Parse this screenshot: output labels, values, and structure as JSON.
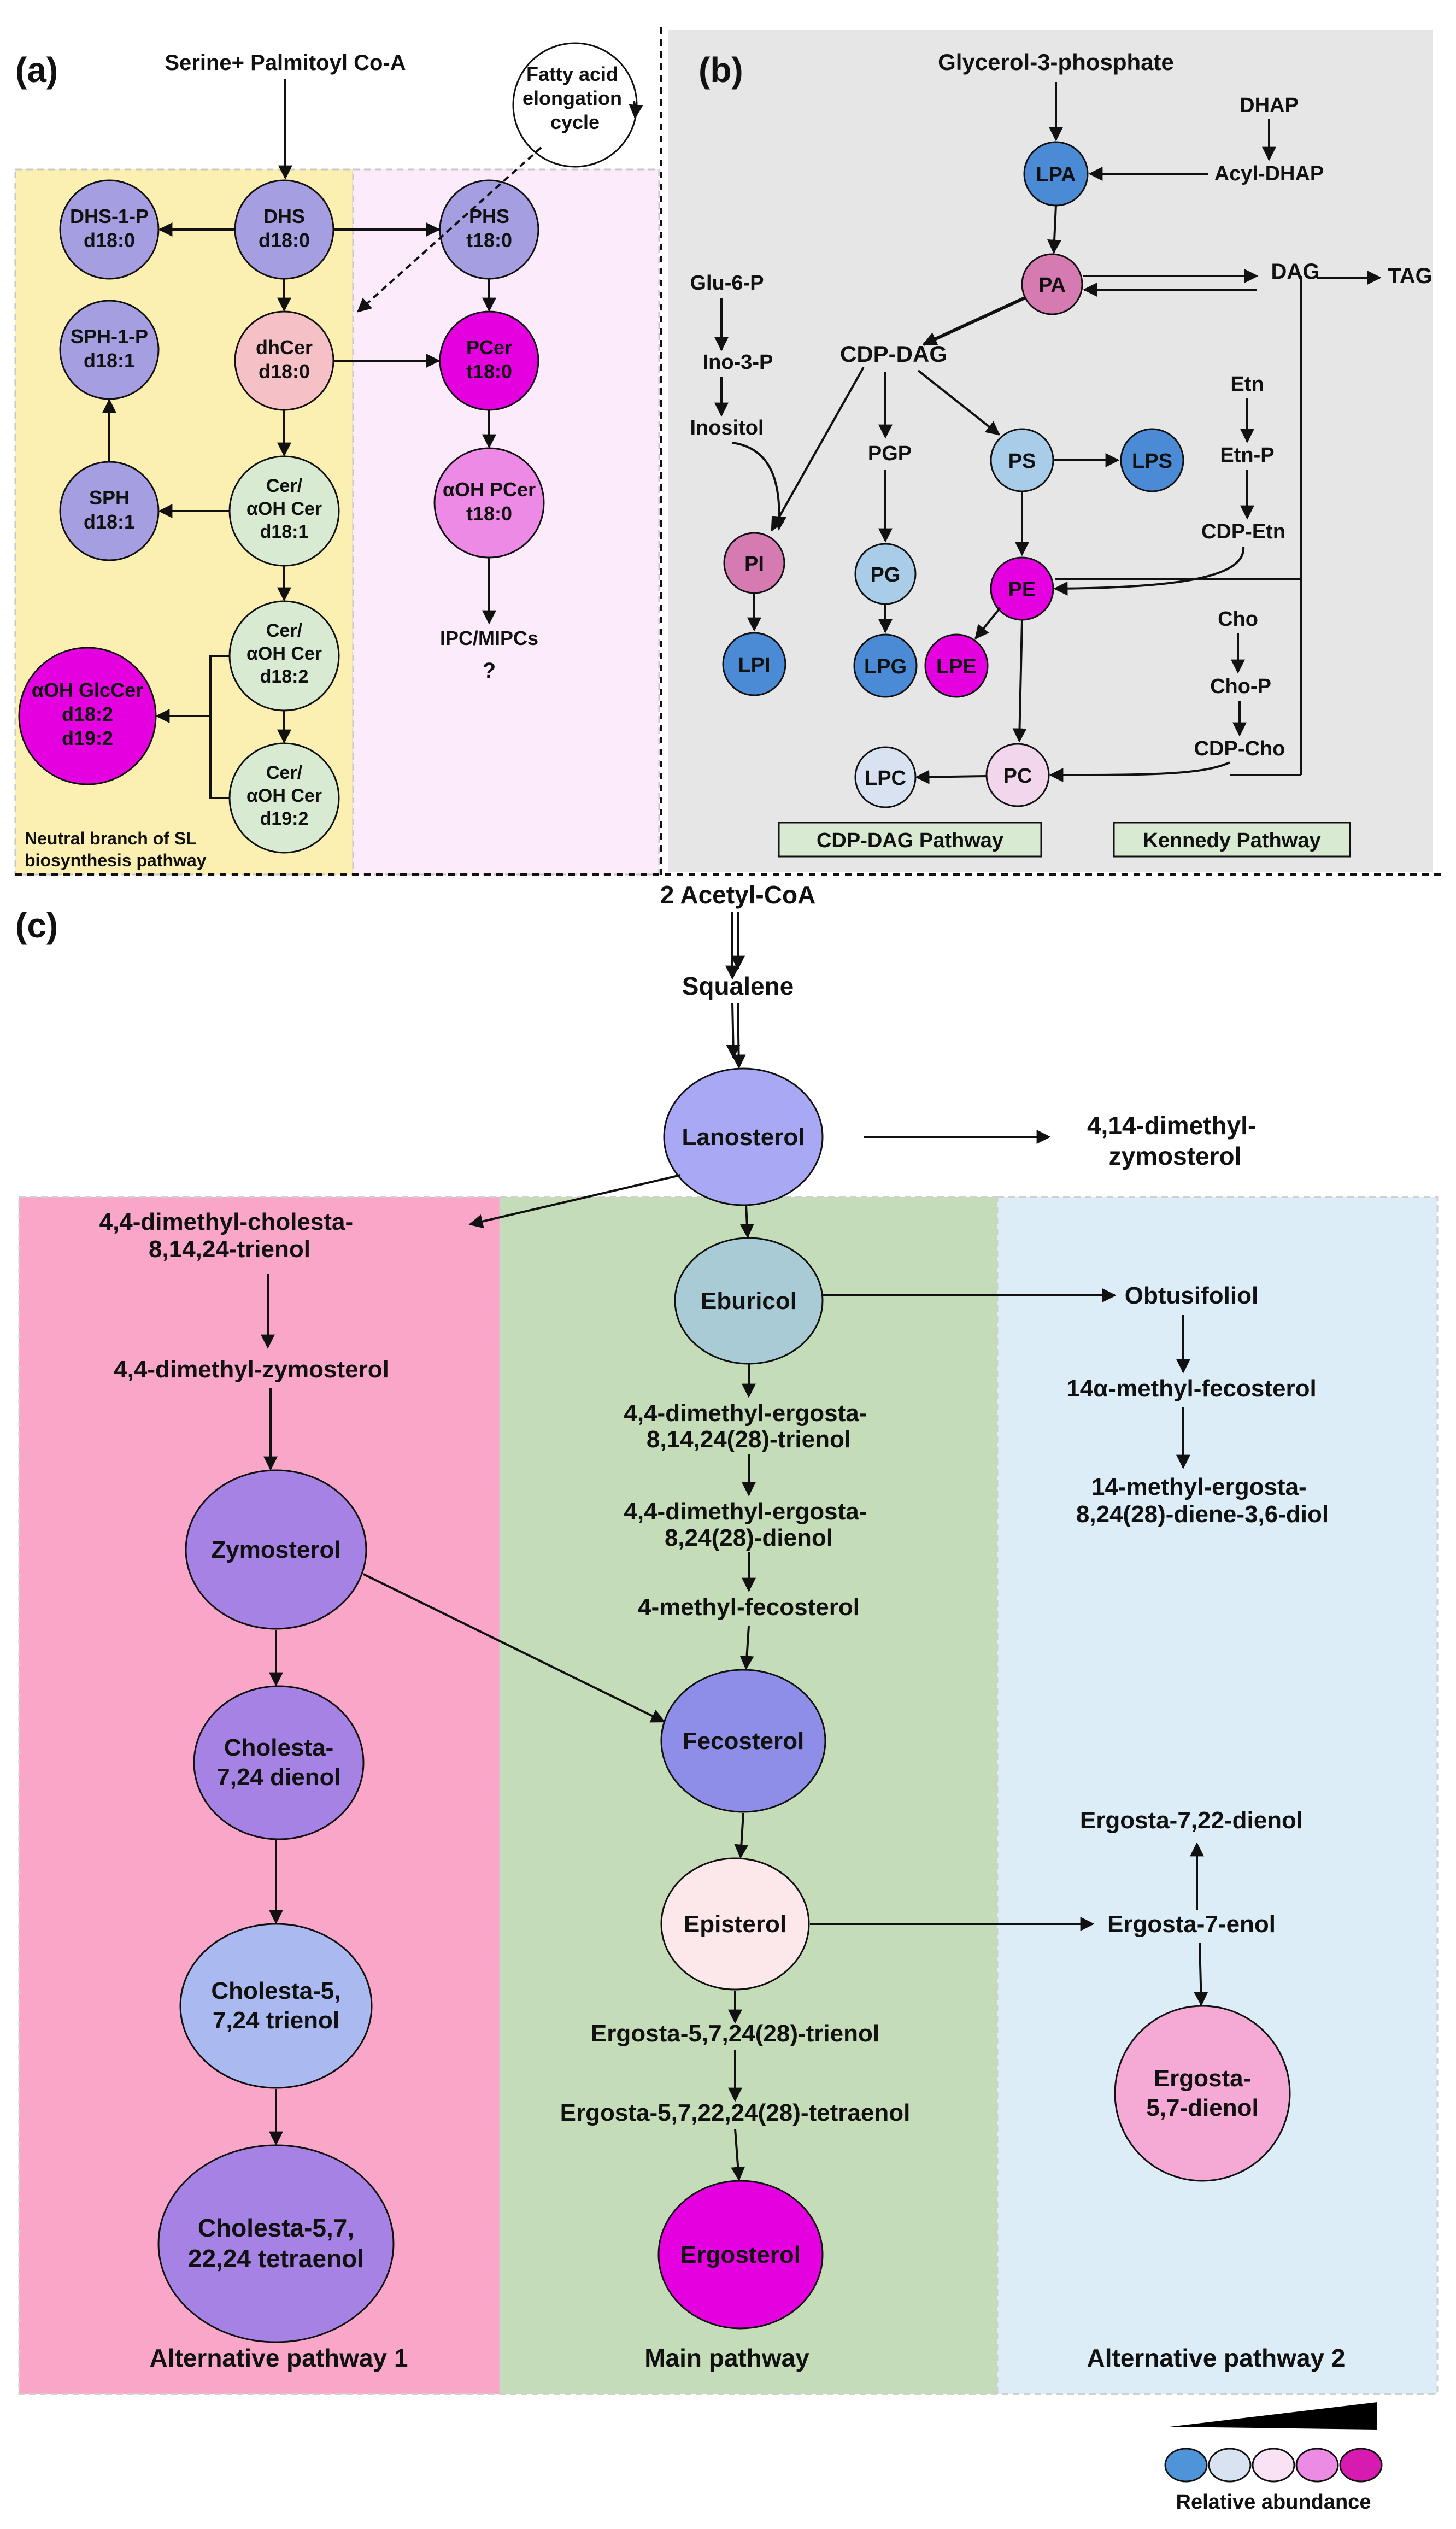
{
  "panels": {
    "a": "(a)",
    "b": "(b)",
    "c": "(c)"
  },
  "panel_a": {
    "nodes": {
      "start": "Serine+ Palmitoyl Co-A",
      "fatty_acid_cycle": [
        "Fatty acid",
        "elongation",
        "cycle"
      ],
      "dhs1p": [
        "DHS-1-P",
        "d18:0"
      ],
      "dhs": [
        "DHS",
        "d18:0"
      ],
      "phs": [
        "PHS",
        "t18:0"
      ],
      "sph1p": [
        "SPH-1-P",
        "d18:1"
      ],
      "dhcer": [
        "dhCer",
        "d18:0"
      ],
      "pcer": [
        "PCer",
        "t18:0"
      ],
      "sph": [
        "SPH",
        "d18:1"
      ],
      "cer_d181": [
        "Cer/",
        "αOH Cer",
        "d18:1"
      ],
      "aoh_pcer": [
        "αOH PCer",
        "t18:0"
      ],
      "ipc": "IPC/MIPCs",
      "question": "?",
      "cer_d182": [
        "Cer/",
        "αOH Cer",
        "d18:2"
      ],
      "glccer": [
        "αOH GlcCer",
        "d18:2",
        "d19:2"
      ],
      "cer_d192": [
        "Cer/",
        "αOH Cer",
        "d19:2"
      ]
    },
    "neutral_branch_label": [
      "Neutral branch of SL",
      "biosynthesis pathway"
    ]
  },
  "panel_b": {
    "nodes": {
      "g3p": "Glycerol-3-phosphate",
      "dhap": "DHAP",
      "acyl_dhap": "Acyl-DHAP",
      "lpa": "LPA",
      "pa": "PA",
      "dag": "DAG",
      "tag": "TAG",
      "glu6p": "Glu-6-P",
      "ino3p": "Ino-3-P",
      "inositol": "Inositol",
      "cdpdag": "CDP-DAG",
      "etn": "Etn",
      "etnp": "Etn-P",
      "cdpetn": "CDP-Etn",
      "pgp": "PGP",
      "ps": "PS",
      "lps": "LPS",
      "pi": "PI",
      "pg": "PG",
      "pe": "PE",
      "lpi": "LPI",
      "lpg": "LPG",
      "lpe": "LPE",
      "cho": "Cho",
      "chop": "Cho-P",
      "cdpcho": "CDP-Cho",
      "lpc": "LPC",
      "pc": "PC"
    },
    "boxes": {
      "cdp_dag_pathway": "CDP-DAG  Pathway",
      "kennedy_pathway": "Kennedy Pathway"
    }
  },
  "panel_c": {
    "nodes": {
      "acetyl": "2 Acetyl-CoA",
      "squalene": "Squalene",
      "lanosterol": "Lanosterol",
      "dimethylzymo414": [
        "4,14-dimethyl-",
        "zymosterol"
      ],
      "dmc_trienol": [
        "4,4-dimethyl-cholesta-",
        "8,14,24-trienol"
      ],
      "eburicol": "Eburicol",
      "obtusifoliol": "Obtusifoliol",
      "dm_zymosterol": "4,4-dimethyl-zymosterol",
      "dme_trienol": [
        "4,4-dimethyl-ergosta-",
        "8,14,24(28)-trienol"
      ],
      "methylfecosterol14a": "14α-methyl-fecosterol",
      "methylergosta_diol": [
        "14-methyl-ergosta-",
        "8,24(28)-diene-3,6-diol"
      ],
      "zymosterol": "Zymosterol",
      "dme_dienol": [
        "4,4-dimethyl-ergosta-",
        "8,24(28)-dienol"
      ],
      "methylfecosterol4": "4-methyl-fecosterol",
      "cholesta_dienol": [
        "Cholesta-",
        "7,24 dienol"
      ],
      "fecosterol": "Fecosterol",
      "ergosta722": "Ergosta-7,22-dienol",
      "episterol": "Episterol",
      "ergosta7enol": "Ergosta-7-enol",
      "cholesta_trienol": [
        "Cholesta-5,",
        "7,24 trienol"
      ],
      "ergosta_trienol": "Ergosta-5,7,24(28)-trienol",
      "ergosta57": [
        "Ergosta-",
        "5,7-dienol"
      ],
      "ergosta_tetraenol": "Ergosta-5,7,22,24(28)-tetraenol",
      "cholesta_tetraenol": [
        "Cholesta-5,7,",
        "22,24 tetraenol"
      ],
      "ergosterol": "Ergosterol"
    },
    "column_labels": {
      "alt1": "Alternative pathway 1",
      "main": "Main pathway",
      "alt2": "Alternative pathway 2"
    }
  },
  "legend": {
    "label": "Relative abundance",
    "colors": [
      "#4f93d9",
      "#d8e2f0",
      "#f8e2f4",
      "#eb8be3",
      "#d71bb0"
    ]
  },
  "colors": {
    "yellow_bg": "#fbefb1",
    "pink_bg": "#fcebfa",
    "gray_bg": "#e6e6e6",
    "alt1_bg": "#f9a6c9",
    "main_bg": "#c5dcb8",
    "alt2_bg": "#ddedf8",
    "purple": "#a59ee0",
    "magenta": "#e500e0",
    "blue": "#4b8ad4",
    "light_blue": "#a9cde9",
    "mauve": "#d67bb1",
    "light_green": "#d9ead3",
    "light_pink": "#f6c0c7"
  }
}
